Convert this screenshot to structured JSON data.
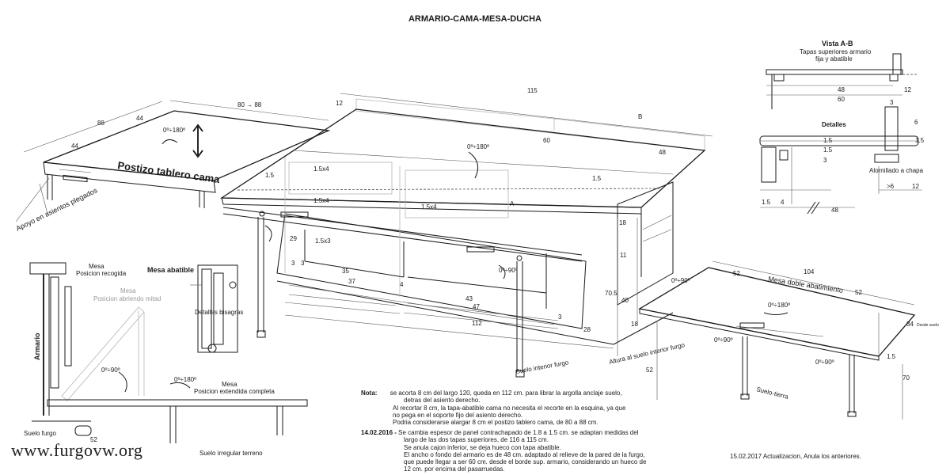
{
  "title": "ARMARIO-CAMA-MESA-DUCHA",
  "watermark": "www.furgovw.org",
  "update_note": "15.02.2017 Actualizacion, Anula los anteriores.",
  "labels": {
    "postizo": "Postizo tablero cama",
    "apoyo": "Apoyo en asientos plegados",
    "rot180_a": "0º÷180º",
    "rot180_b": "0º÷180º",
    "rot180_c": "0º÷180º",
    "rot180_d": "0º÷180º",
    "rot90_a": "0º÷90º",
    "rot90_b": "0º÷90º",
    "rot90_c": "0º÷90º",
    "rot90_d": "0º÷90º",
    "mesa_doble": "Mesa doble abatimiento",
    "suelo_interior": "Suelo interior furgo",
    "altura_suelo": "Altura al suelo interior furgo",
    "suelo_tierra": "Suelo-tierra",
    "desde_suelo": "Desde suelo",
    "vista_ab": "Vista A-B",
    "tapas": "Tapas superiores armario",
    "fija": "fija y abatible",
    "detalles": "Detalles",
    "alornillado": "Alornillado a chapa",
    "mesa_recogida_1": "Mesa",
    "mesa_recogida_2": "Posicion recogida",
    "mesa_abatible": "Mesa abatible",
    "mesa_mitad_1": "Mesa",
    "mesa_mitad_2": "Posicion abriendo mitad",
    "detalles_bisagras": "Detalles bisagras",
    "armario": "Armario",
    "mesa_ext_1": "Mesa",
    "mesa_ext_2": "Posicion extendida completa",
    "suelo_furgo": "Suelo furgo",
    "suelo_irregular": "Suelo irregular terreno",
    "letter_a": "A",
    "letter_b": "B"
  },
  "dims": {
    "d88": "88",
    "d44a": "44",
    "d44b": "44",
    "d80_88": "80 → 88",
    "d12a": "12",
    "d115": "115",
    "d60a": "60",
    "d48a": "48",
    "d15a": "1.5",
    "d15b": "1.5",
    "d15x4a": "1.5x4",
    "d15x4b": "1.5x4",
    "d15x4c": "1.5x4",
    "d15x3": "1.5x3",
    "d29": "29",
    "d3a": "3",
    "d3b": "3",
    "d35": "35",
    "d37": "37",
    "d4a": "4",
    "d43": "43",
    "d47": "47",
    "d112": "112",
    "d3c": "3",
    "d28": "28",
    "d18a": "18",
    "d11": "11",
    "d705": "70.5",
    "d40": "40",
    "d18b": "18",
    "d104": "104",
    "d52a": "52",
    "d52b": "52",
    "d52c": "52",
    "d34": "34",
    "d15c": "1.5",
    "d70": "70",
    "v48": "48",
    "v12a": "12",
    "v60": "60",
    "v3a": "3",
    "v6": "6",
    "v15a": "1.5",
    "v15b": "1.5",
    "v15c": "1.5",
    "v3b": "3",
    "v6b": ">6",
    "v12b": "12",
    "v15d": "1.5",
    "v4": "4",
    "v48b": "48",
    "s52": "52"
  },
  "notes": {
    "label": "Nota:",
    "lines": [
      "se acorta 8 cm del largo 120, queda en 112 cm. para librar la argolla anclaje suelo,",
      "detras del asiento derecho.",
      "Al recortar 8 cm, la tapa-abatible cama no necesita el recorte en la esquina, ya que",
      "no pega en el soporte fijo del asiento derecho.",
      "Podria considerarse alargar 8 cm el postizo tablero cama, de 80 a 88 cm."
    ],
    "date": "14.02.2016 -",
    "lines2": [
      "Se cambia espesor de panel contrachapado de 1.8 a 1.5 cm. se adaptan medidas del",
      "largo de las dos tapas superiores, de 116 a 115 cm.",
      "Se anula cajon inferior, se deja hueco con tapa abatible.",
      "El ancho o fondo del armario es de 48 cm. adaptado al relieve de la pared de la furgo,",
      "que puede llegar a ser 60 cm. desde el borde sup. armario, considerando un hueco de",
      "12 cm. por encima del pasarruedas."
    ]
  },
  "colors": {
    "ink": "#1a1a1a",
    "ghost": "#b5b5b5",
    "paper": "#ffffff"
  }
}
